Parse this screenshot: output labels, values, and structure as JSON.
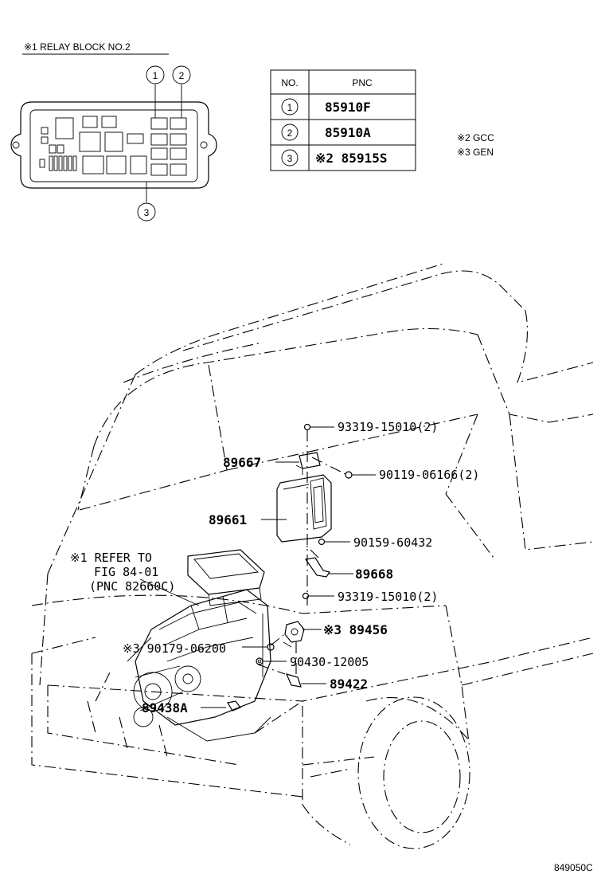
{
  "inset": {
    "title": "※1  RELAY BLOCK NO.2",
    "callouts": [
      "1",
      "2",
      "3"
    ]
  },
  "pnc_table": {
    "headers": [
      "NO.",
      "PNC"
    ],
    "rows": [
      {
        "no": "1",
        "pnc": "85910F"
      },
      {
        "no": "2",
        "pnc": "85910A"
      },
      {
        "no": "3",
        "pnc": "※2 85915S"
      }
    ]
  },
  "notes": [
    "※2 GCC",
    "※3 GEN"
  ],
  "refer": [
    "※1 REFER TO",
    "FIG 84-01",
    "(PNC 82660C)"
  ],
  "parts": {
    "p1": "93319-15010(2)",
    "p2": "89667",
    "p3": "90119-06166(2)",
    "p4": "89661",
    "p5": "90159-60432",
    "p6": "89668",
    "p7": "93319-15010(2)",
    "p8": "※3 89456",
    "p9": "※3 90179-06200",
    "p10": "90430-12005",
    "p11": "89422",
    "p12": "89438A"
  },
  "figure_code": "849050C"
}
